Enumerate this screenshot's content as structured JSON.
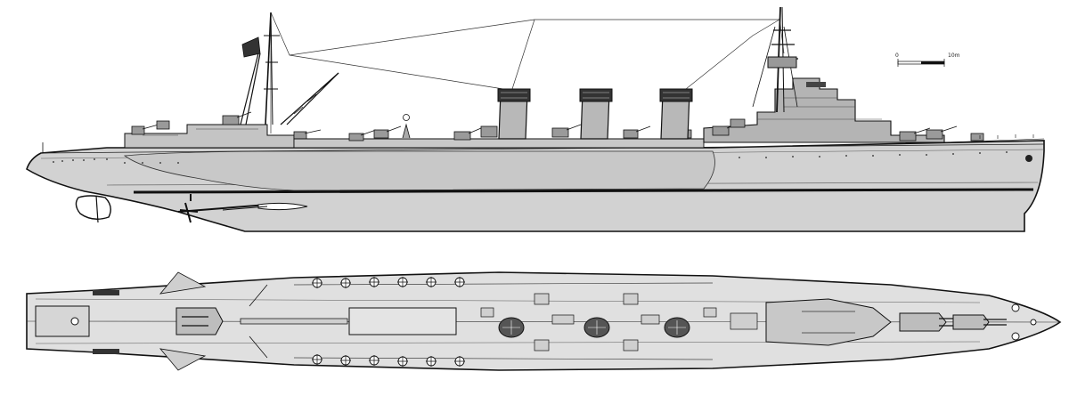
{
  "scale_bar": {
    "start_label": "0",
    "end_label": "10m"
  },
  "colors": {
    "hull": "#d2d2d2",
    "deck": "#e0e0e0",
    "ink": "#111111",
    "paper": "#ffffff"
  },
  "views": [
    "side-elevation",
    "plan-view"
  ]
}
